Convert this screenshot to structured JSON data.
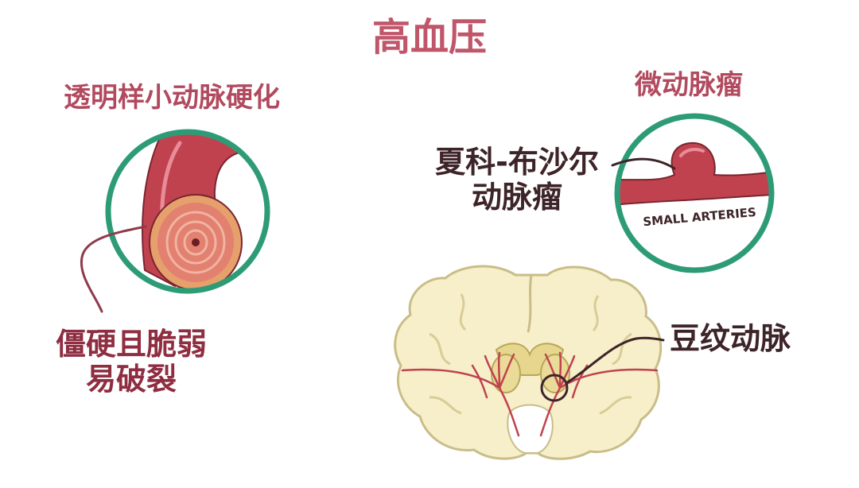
{
  "labels": {
    "title": "高血压",
    "hyaline_label": "透明样小动脉硬化",
    "microaneurysm_label": "微动脉瘤",
    "charcot_line1": "夏科-布沙尔",
    "charcot_line2": "动脉瘤",
    "stiff_line1": "僵硬且脆弱",
    "stiff_line2": "易破裂",
    "striate_label": "豆纹动脉",
    "small_arteries": "SMALL ARTERIES"
  },
  "colors": {
    "title": "#c0566a",
    "heading": "#b24a5f",
    "dark_text": "#3d2428",
    "circle_ring": "#2e9b77",
    "artery": "#b8384a",
    "artery_light": "#e07c88",
    "brain": "#f6efc9",
    "brain_outline": "#c9bd88",
    "deep_nuclei": "#e6d68e"
  }
}
